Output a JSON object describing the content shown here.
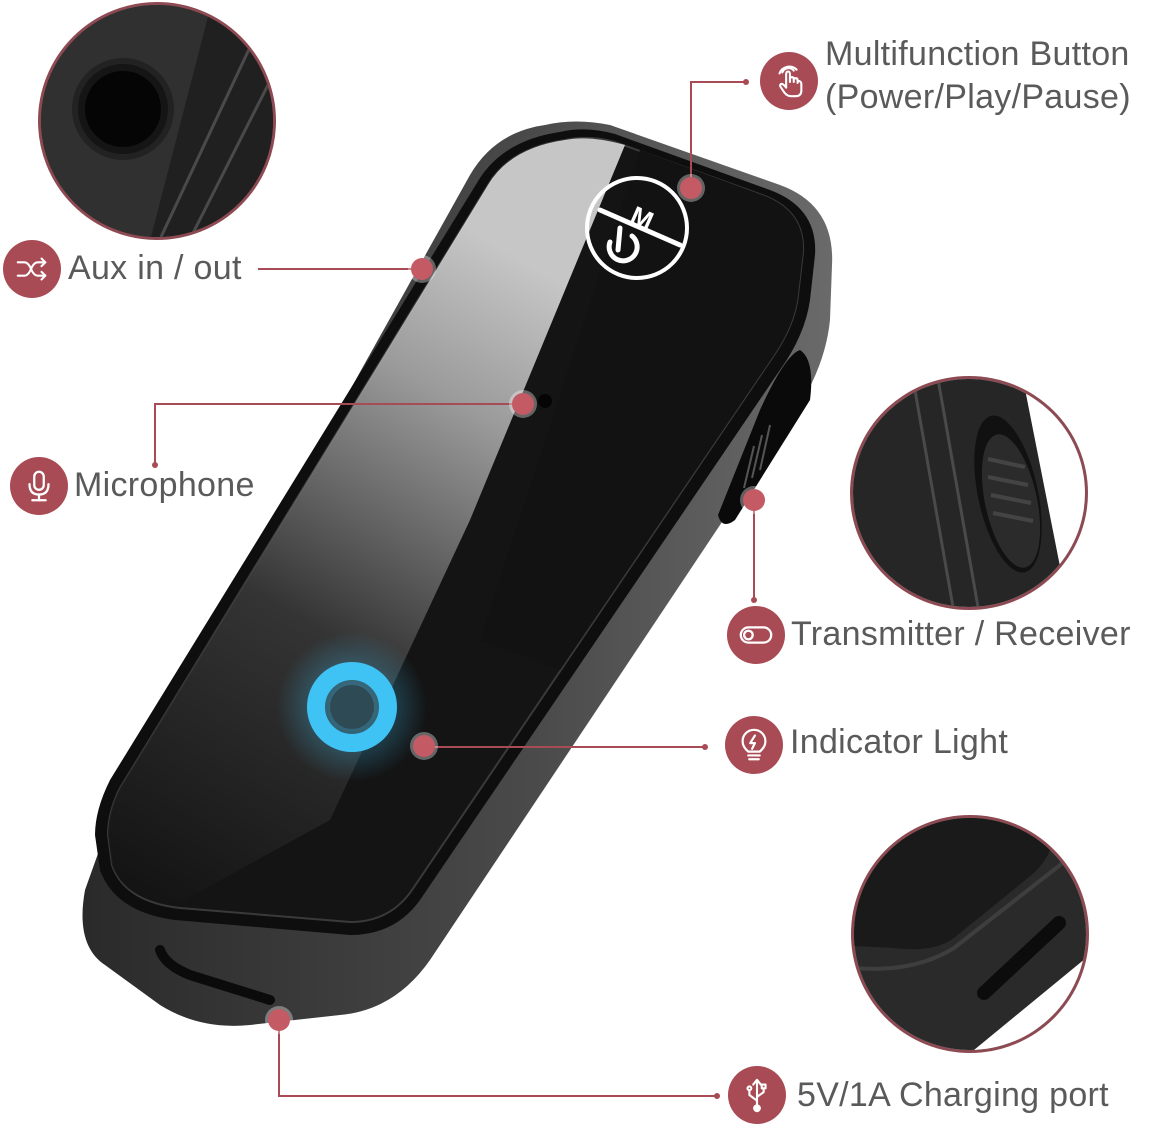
{
  "diagram": {
    "subject": "Bluetooth transmitter/receiver device",
    "accent_color": "#a84b54",
    "text_color": "#5a5a5a",
    "indicator_color": "#3fc3f5"
  },
  "callouts": {
    "multifunction": {
      "line1": "Multifunction Button",
      "line2": "(Power/Play/Pause)",
      "icon": "hand-tap-icon"
    },
    "aux": {
      "label": "Aux in / out",
      "icon": "shuffle-arrows-icon"
    },
    "microphone": {
      "label": "Microphone",
      "icon": "microphone-icon"
    },
    "switch": {
      "label": "Transmitter / Receiver",
      "icon": "toggle-switch-icon"
    },
    "indicator": {
      "label": "Indicator Light",
      "icon": "lightbulb-bolt-icon"
    },
    "charging": {
      "label": "5V/1A Charging port",
      "icon": "usb-icon"
    }
  },
  "device": {
    "button_letter": "M"
  }
}
